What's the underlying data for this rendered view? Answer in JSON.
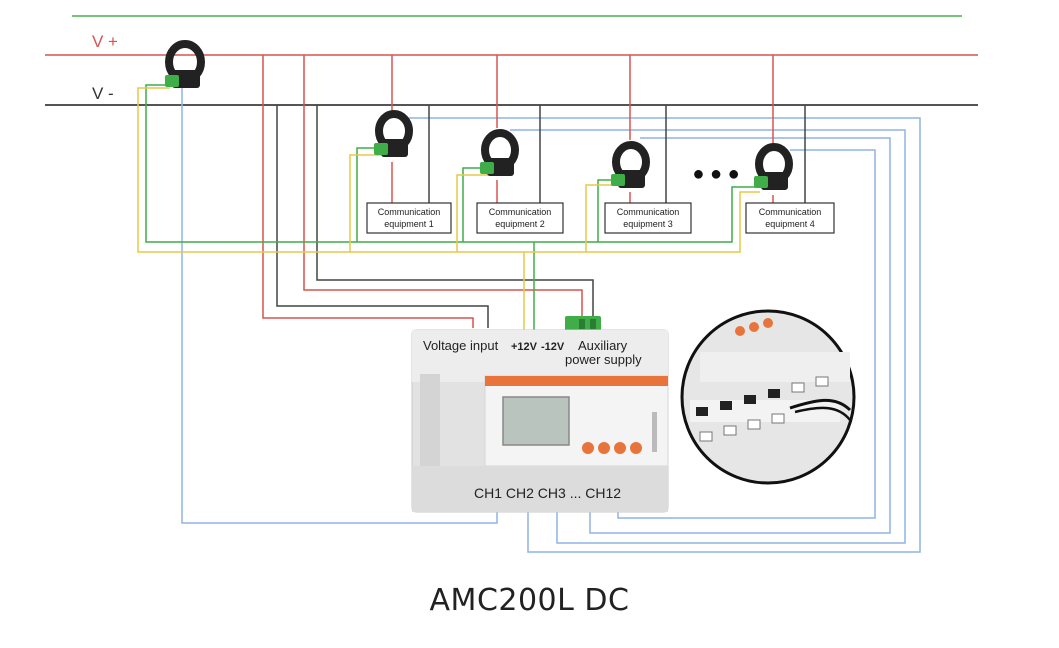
{
  "bus": {
    "v_plus": "V +",
    "v_minus": "V -"
  },
  "equipment": [
    {
      "line1": "Communication",
      "line2": "equipment 1"
    },
    {
      "line1": "Communication",
      "line2": "equipment 2"
    },
    {
      "line1": "Communication",
      "line2": "equipment 3"
    },
    {
      "line1": "Communication",
      "line2": "equipment 4"
    }
  ],
  "ellipsis": "● ● ●",
  "meter": {
    "voltage_input": "Voltage input",
    "plus12": "+12V",
    "minus12": "-12V",
    "aux_line1": "Auxiliary",
    "aux_line2": "power supply",
    "channels": "CH1 CH2 CH3 ... CH12"
  },
  "caption": "AMC200L DC",
  "colors": {
    "v_plus_wire": "#d9534f",
    "v_minus_wire": "#555555",
    "top_green": "#4caf50",
    "signal_green": "#3fae49",
    "signal_yellow": "#e8c84a",
    "blue": "#8fb4e3",
    "meter_orange": "#e8743b"
  }
}
